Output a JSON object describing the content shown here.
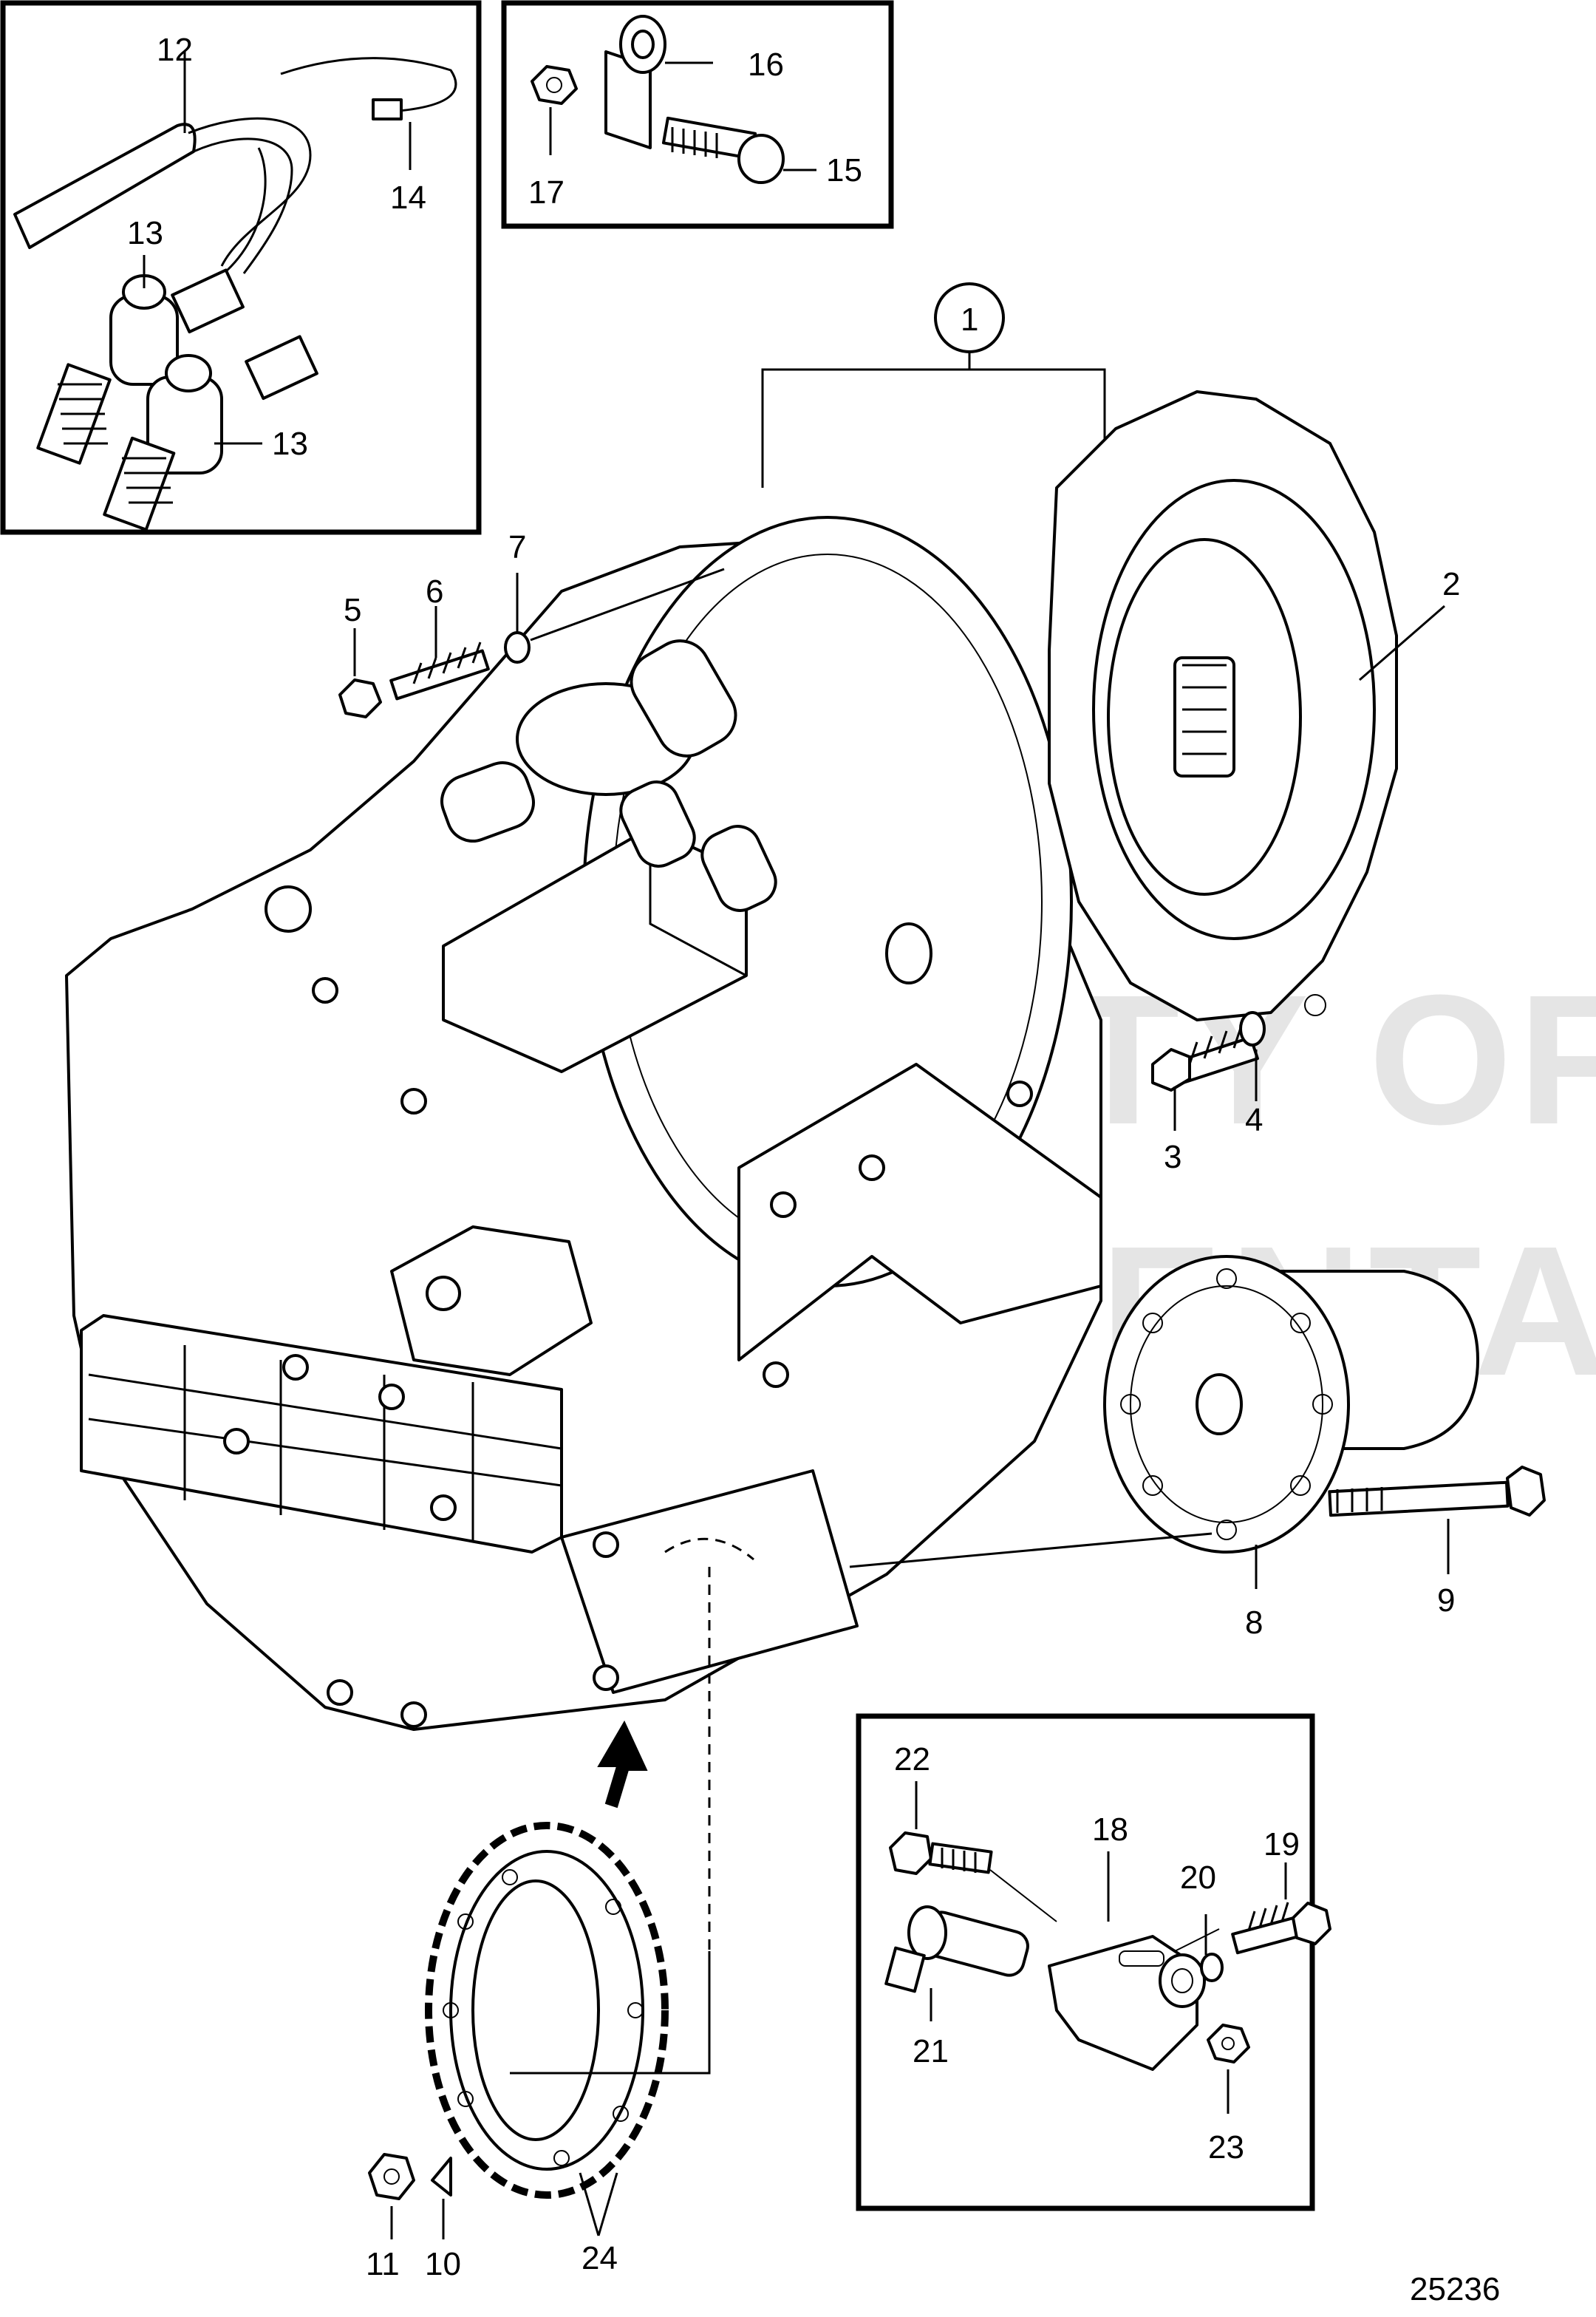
{
  "watermark": {
    "line1": "PROPERTY OF",
    "line2": "VOLVO PENTA"
  },
  "figure_number": "25236",
  "callouts": {
    "c1": "1",
    "c2": "2",
    "c3": "3",
    "c4": "4",
    "c5": "5",
    "c6": "6",
    "c7": "7",
    "c8": "8",
    "c9": "9",
    "c10": "10",
    "c11": "11",
    "c12": "12",
    "c13a": "13",
    "c13b": "13",
    "c14": "14",
    "c15": "15",
    "c16": "16",
    "c17": "17",
    "c18": "18",
    "c19": "19",
    "c20": "20",
    "c21": "21",
    "c22": "22",
    "c23": "23",
    "c24": "24"
  }
}
